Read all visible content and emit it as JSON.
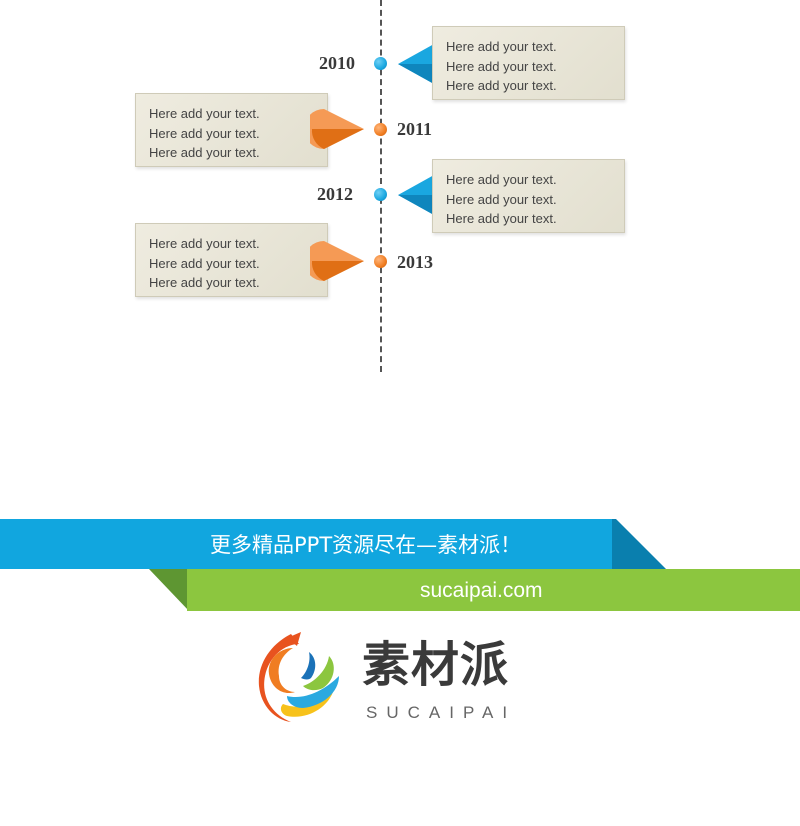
{
  "colors": {
    "blue": "#1aa7e0",
    "orange": "#f07d22",
    "card_bg": "#e8e5d6",
    "banner_blue": "#11a6df",
    "banner_green": "#8cc63f"
  },
  "timeline": {
    "events": [
      {
        "year": "2010",
        "side": "right",
        "color": "blue",
        "lines": [
          "Here add your text.",
          "Here add your text.",
          "Here add your text."
        ]
      },
      {
        "year": "2011",
        "side": "left",
        "color": "orange",
        "lines": [
          "Here add your text.",
          "Here add your text.",
          "Here add your text."
        ]
      },
      {
        "year": "2012",
        "side": "right",
        "color": "blue",
        "lines": [
          "Here add your text.",
          "Here add your text.",
          "Here add your text."
        ]
      },
      {
        "year": "2013",
        "side": "left",
        "color": "orange",
        "lines": [
          "Here add your text.",
          "Here add your text.",
          "Here add your text."
        ]
      }
    ]
  },
  "banner": {
    "tagline": "更多精品PPT资源尽在—素材派！",
    "website": "sucaipai.com"
  },
  "logo": {
    "name_cn": "素材派",
    "name_en": "SUCAIPAI",
    "icon": "fox-swirl-logo-icon"
  }
}
